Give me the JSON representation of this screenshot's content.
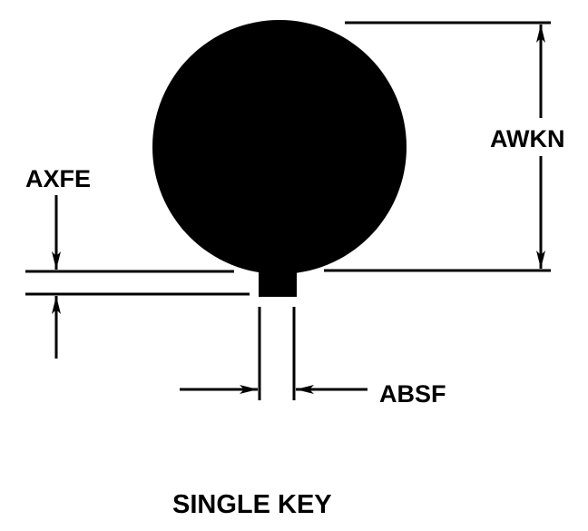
{
  "labels": {
    "awkn": "AWKN",
    "axfe": "AXFE",
    "absf": "ABSF",
    "title": "SINGLE KEY"
  },
  "colors": {
    "ink": "#000000",
    "background": "#ffffff"
  }
}
